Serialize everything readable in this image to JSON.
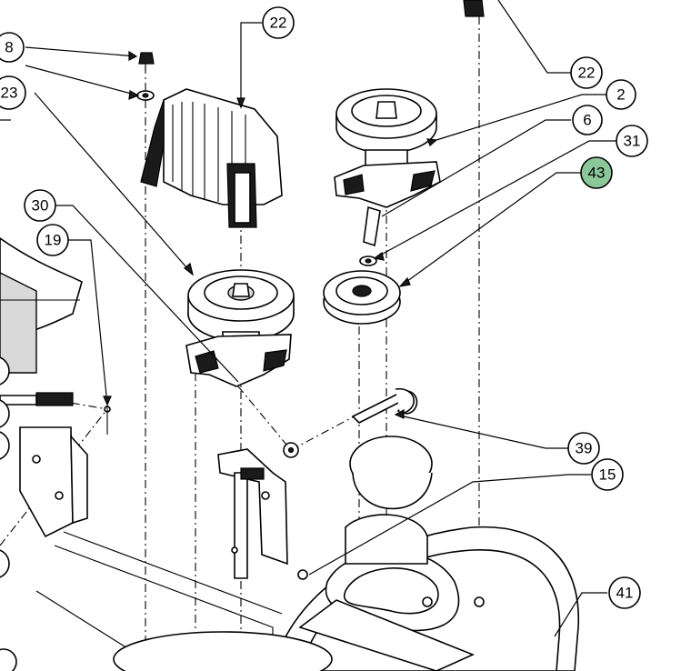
{
  "callouts": [
    {
      "id": "c8",
      "label": "8",
      "highlight": false
    },
    {
      "id": "c22a",
      "label": "22",
      "highlight": false
    },
    {
      "id": "c22b",
      "label": "22",
      "highlight": false
    },
    {
      "id": "c23",
      "label": "23",
      "highlight": false
    },
    {
      "id": "c2",
      "label": "2",
      "highlight": false
    },
    {
      "id": "c6",
      "label": "6",
      "highlight": false
    },
    {
      "id": "c31",
      "label": "31",
      "highlight": false
    },
    {
      "id": "c43",
      "label": "43",
      "highlight": true
    },
    {
      "id": "c30",
      "label": "30",
      "highlight": false
    },
    {
      "id": "c19",
      "label": "19",
      "highlight": false
    },
    {
      "id": "c39",
      "label": "39",
      "highlight": false
    },
    {
      "id": "c15",
      "label": "15",
      "highlight": false
    },
    {
      "id": "c41",
      "label": "41",
      "highlight": false
    }
  ],
  "colors": {
    "highlight": "#8cc79a",
    "line": "#000000",
    "background": "#ffffff"
  }
}
